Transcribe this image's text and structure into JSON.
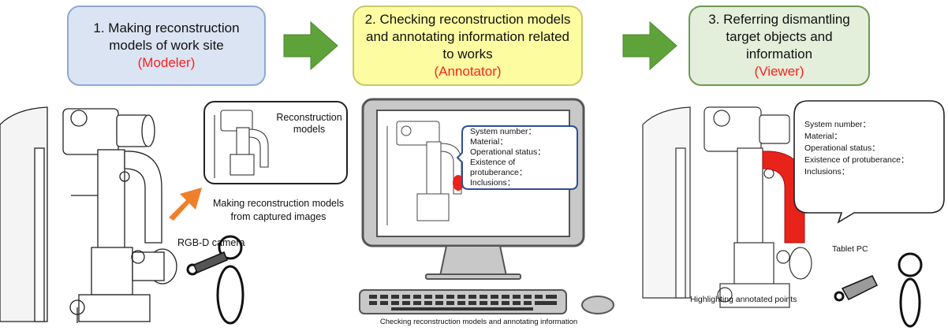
{
  "steps": [
    {
      "title": "1. Making reconstruction models of work site",
      "role": "(Modeler)",
      "fill": "#dbe4f3",
      "border": "#8fa9d3"
    },
    {
      "title": "2. Checking reconstruction models and annotating information related to works",
      "role": "(Annotator)",
      "fill": "#fdfca1",
      "border": "#c9c96a"
    },
    {
      "title": "3. Referring dismantling target objects and information",
      "role": "(Viewer)",
      "fill": "#e3eedb",
      "border": "#6d9a53"
    }
  ],
  "modeler": {
    "inset_label": "Reconstruction models",
    "arrow_caption": "Making reconstruction models from captured images",
    "camera_label": "RGB-D camera"
  },
  "annotator": {
    "callout_lines": [
      "System number：",
      "Material：",
      "Operational status：",
      "Existence of",
      "protuberance：",
      "Inclusions："
    ],
    "caption": "Checking reconstruction models and annotating information"
  },
  "viewer": {
    "bubble_lines": [
      "System number：",
      "Material：",
      "Operational status：",
      "Existence of protuberance：",
      "Inclusions："
    ],
    "device_label": "Tablet PC",
    "caption": "Highlighting annotated points"
  },
  "colors": {
    "arrow_green": "#5ea23a",
    "arrow_orange": "#f07f2a",
    "highlight": "#e8231a",
    "accent_red": "#ff2020"
  }
}
